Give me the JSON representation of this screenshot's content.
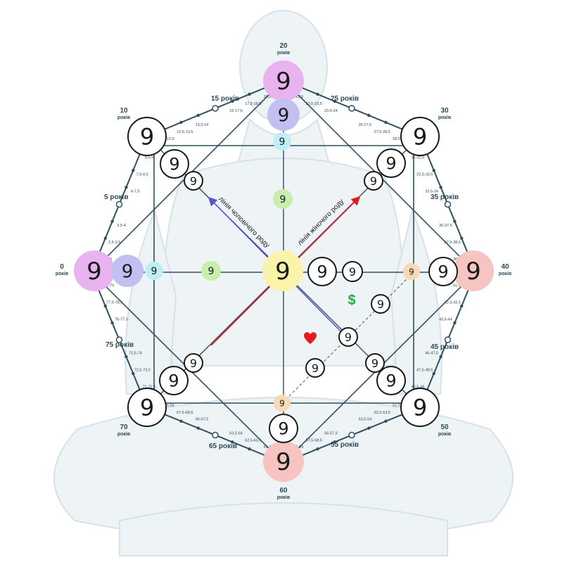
{
  "value": "9",
  "colors": {
    "outline": "#2f4f5f",
    "pink": "#e8b3ef",
    "lavender": "#c2c0f3",
    "cyan": "#bfeef6",
    "green": "#c8eeae",
    "yellow": "#fbf3aa",
    "salmon": "#f8c4c2",
    "peach": "#f7d9b6",
    "arrow_red": "#e01b1b",
    "arrow_blue": "#5b55cc",
    "heart": "#e8191f",
    "dollar": "#2fa84a"
  },
  "icons": [
    "heart-icon",
    "dollar-icon",
    "meditating-figure"
  ],
  "line_labels": {
    "male": "лінія чоловічого роду",
    "female": "лінія жіночого роду"
  },
  "age_nodes": [
    {
      "n": "0",
      "u": "років"
    },
    {
      "n": "10",
      "u": "років"
    },
    {
      "n": "20",
      "u": "років"
    },
    {
      "n": "30",
      "u": "років"
    },
    {
      "n": "40",
      "u": "років"
    },
    {
      "n": "50",
      "u": "років"
    },
    {
      "n": "60",
      "u": "років"
    },
    {
      "n": "70",
      "u": "років"
    }
  ],
  "mid_ages": [
    "5 років",
    "15 років",
    "25 років",
    "35 років",
    "45 років",
    "55 років",
    "65 років",
    "75 років"
  ],
  "age_ranges": [
    [
      "1-2,5",
      "2,5-3,5",
      "3,5-4"
    ],
    [
      "6-7,5",
      "7,5-8,5",
      "8,5-9"
    ],
    [
      "11-12,5",
      "12,5-13,5",
      "13,5-14"
    ],
    [
      "16-17,5",
      "17,5-18,5",
      "18,5-19"
    ],
    [
      "21-22,5",
      "22,5-23,5",
      "23,5-24"
    ],
    [
      "26-27,5",
      "27,5-28,5",
      "28,5-29"
    ],
    [
      "31-32,5",
      "32,5-33,5",
      "33,5-34"
    ],
    [
      "36-37,5",
      "37,5-38,5",
      "38,5-39"
    ],
    [
      "41-42,5",
      "42,5-43,5",
      "43,5-44"
    ],
    [
      "46-47,5",
      "47,5-48,5",
      "48,5-49"
    ],
    [
      "51-52,5",
      "52,5-53,5",
      "53,5-54"
    ],
    [
      "56-57,5",
      "57,5-58,5",
      "58,5-59"
    ],
    [
      "61-62,5",
      "62,5-63,5",
      "63,5-64"
    ],
    [
      "66-67,5",
      "67,5-68,5",
      "68,5-69"
    ],
    [
      "71-72,5",
      "72,5-73,5",
      "73,5-74"
    ],
    [
      "76-77,5",
      "77,5-78,5",
      "78,5-79"
    ]
  ]
}
